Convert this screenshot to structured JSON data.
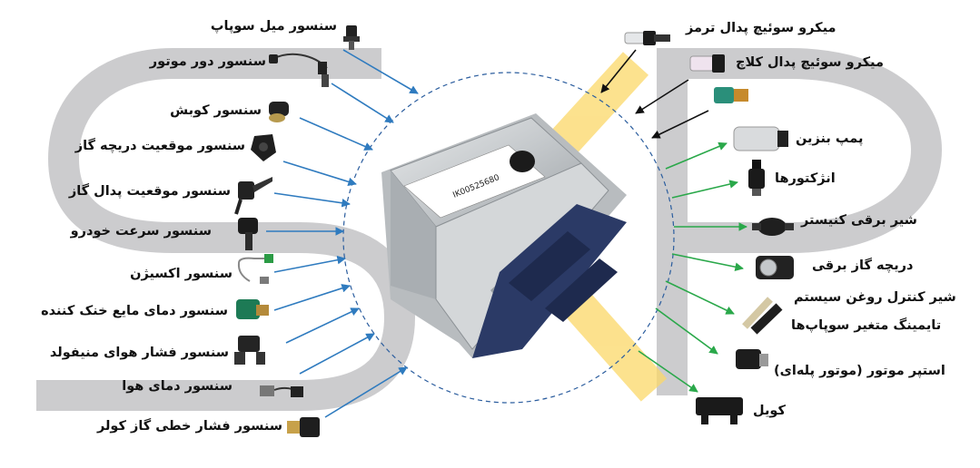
{
  "colors": {
    "background": "#ffffff",
    "watermark_gray": "#c9c9cb",
    "watermark_yellow": "#fbd868",
    "input_arrow": "#2f7bbf",
    "output_arrow": "#2aa84a",
    "switch_arrow": "#111111",
    "dashed_circle": "#2b5d9e",
    "ecu_body": "#cfd2d4",
    "ecu_connector": "#2b3a66"
  },
  "inputs": [
    {
      "label": "سنسور میل سوپاپ",
      "icon": "camshaft-sensor-icon"
    },
    {
      "label": "سنسور دور موتور",
      "icon": "crankshaft-sensor-icon"
    },
    {
      "label": "سنسور کوبش",
      "icon": "knock-sensor-icon"
    },
    {
      "label": "سنسور موقعیت دریچه گاز",
      "icon": "throttle-position-sensor-icon"
    },
    {
      "label": "سنسور موقعیت پدال گاز",
      "icon": "accelerator-pedal-sensor-icon"
    },
    {
      "label": "سنسور سرعت خودرو",
      "icon": "vehicle-speed-sensor-icon"
    },
    {
      "label": "سنسور اکسیژن",
      "icon": "oxygen-sensor-icon"
    },
    {
      "label": "سنسور دمای مایع خنک کننده",
      "icon": "coolant-temp-sensor-icon"
    },
    {
      "label": "سنسور فشار هوای منیفولد",
      "icon": "map-sensor-icon"
    },
    {
      "label": "سنسور دمای هوا",
      "icon": "air-temp-sensor-icon"
    },
    {
      "label": "سنسور فشار خطی گاز کولر",
      "icon": "ac-pressure-sensor-icon"
    }
  ],
  "switches": [
    {
      "label": "میکرو سوئیچ پدال ترمز",
      "icon": "brake-switch-icon"
    },
    {
      "label": "میکرو سوئیچ پدال کلاچ",
      "icon": "clutch-switch-icon"
    }
  ],
  "outputs": [
    {
      "label": "پمپ بنزین",
      "icon": "fuel-pump-icon"
    },
    {
      "label": "انژکتورها",
      "icon": "injector-icon"
    },
    {
      "label": "شیر برقی کنیستر",
      "icon": "canister-valve-icon"
    },
    {
      "label": "دریچه گاز برقی",
      "icon": "electronic-throttle-icon"
    },
    {
      "label": "شیر کنترل روغن سیستم",
      "icon": "oil-control-valve-icon"
    },
    {
      "label": "تایمینگ متغیر سوپاپ‌ها",
      "icon": "oil-control-valve-icon"
    },
    {
      "label": "استپر موتور (موتور پله‌ای)",
      "icon": "stepper-motor-icon"
    },
    {
      "label": "کویل",
      "icon": "ignition-coil-icon"
    }
  ],
  "ecu": {
    "icon": "ecu-icon",
    "label_text": "IK00525680"
  }
}
